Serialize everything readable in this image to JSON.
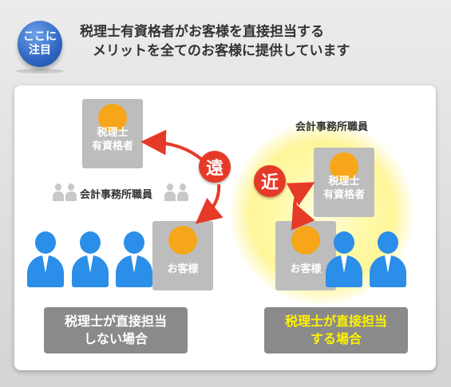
{
  "badge": {
    "line1": "ここに",
    "line2": "注目"
  },
  "headline": {
    "line1": "税理士有資格者がお客様を直接担当する",
    "line2": "メリットを全てのお客様に提供しています"
  },
  "left": {
    "tax_card": {
      "line1": "税理士",
      "line2": "有資格者"
    },
    "distance_label": "遠",
    "staff_label": "会計事務所職員",
    "customer_label": "お客様",
    "caption": {
      "line1": "税理士が直接担当",
      "line2": "しない場合"
    }
  },
  "right": {
    "staff_label": "会計事務所職員",
    "distance_label": "近",
    "tax_card": {
      "line1": "税理士",
      "line2": "有資格者"
    },
    "customer_label": "お客様",
    "caption": {
      "line1": "税理士が直接担当",
      "line2": "する場合"
    }
  },
  "colors": {
    "accent_red": "#e63a28",
    "person_blue": "#2b8ee8",
    "head_orange": "#f7a61a",
    "highlight_yellow": "#fff200",
    "card_gray": "#bdbdbd"
  }
}
